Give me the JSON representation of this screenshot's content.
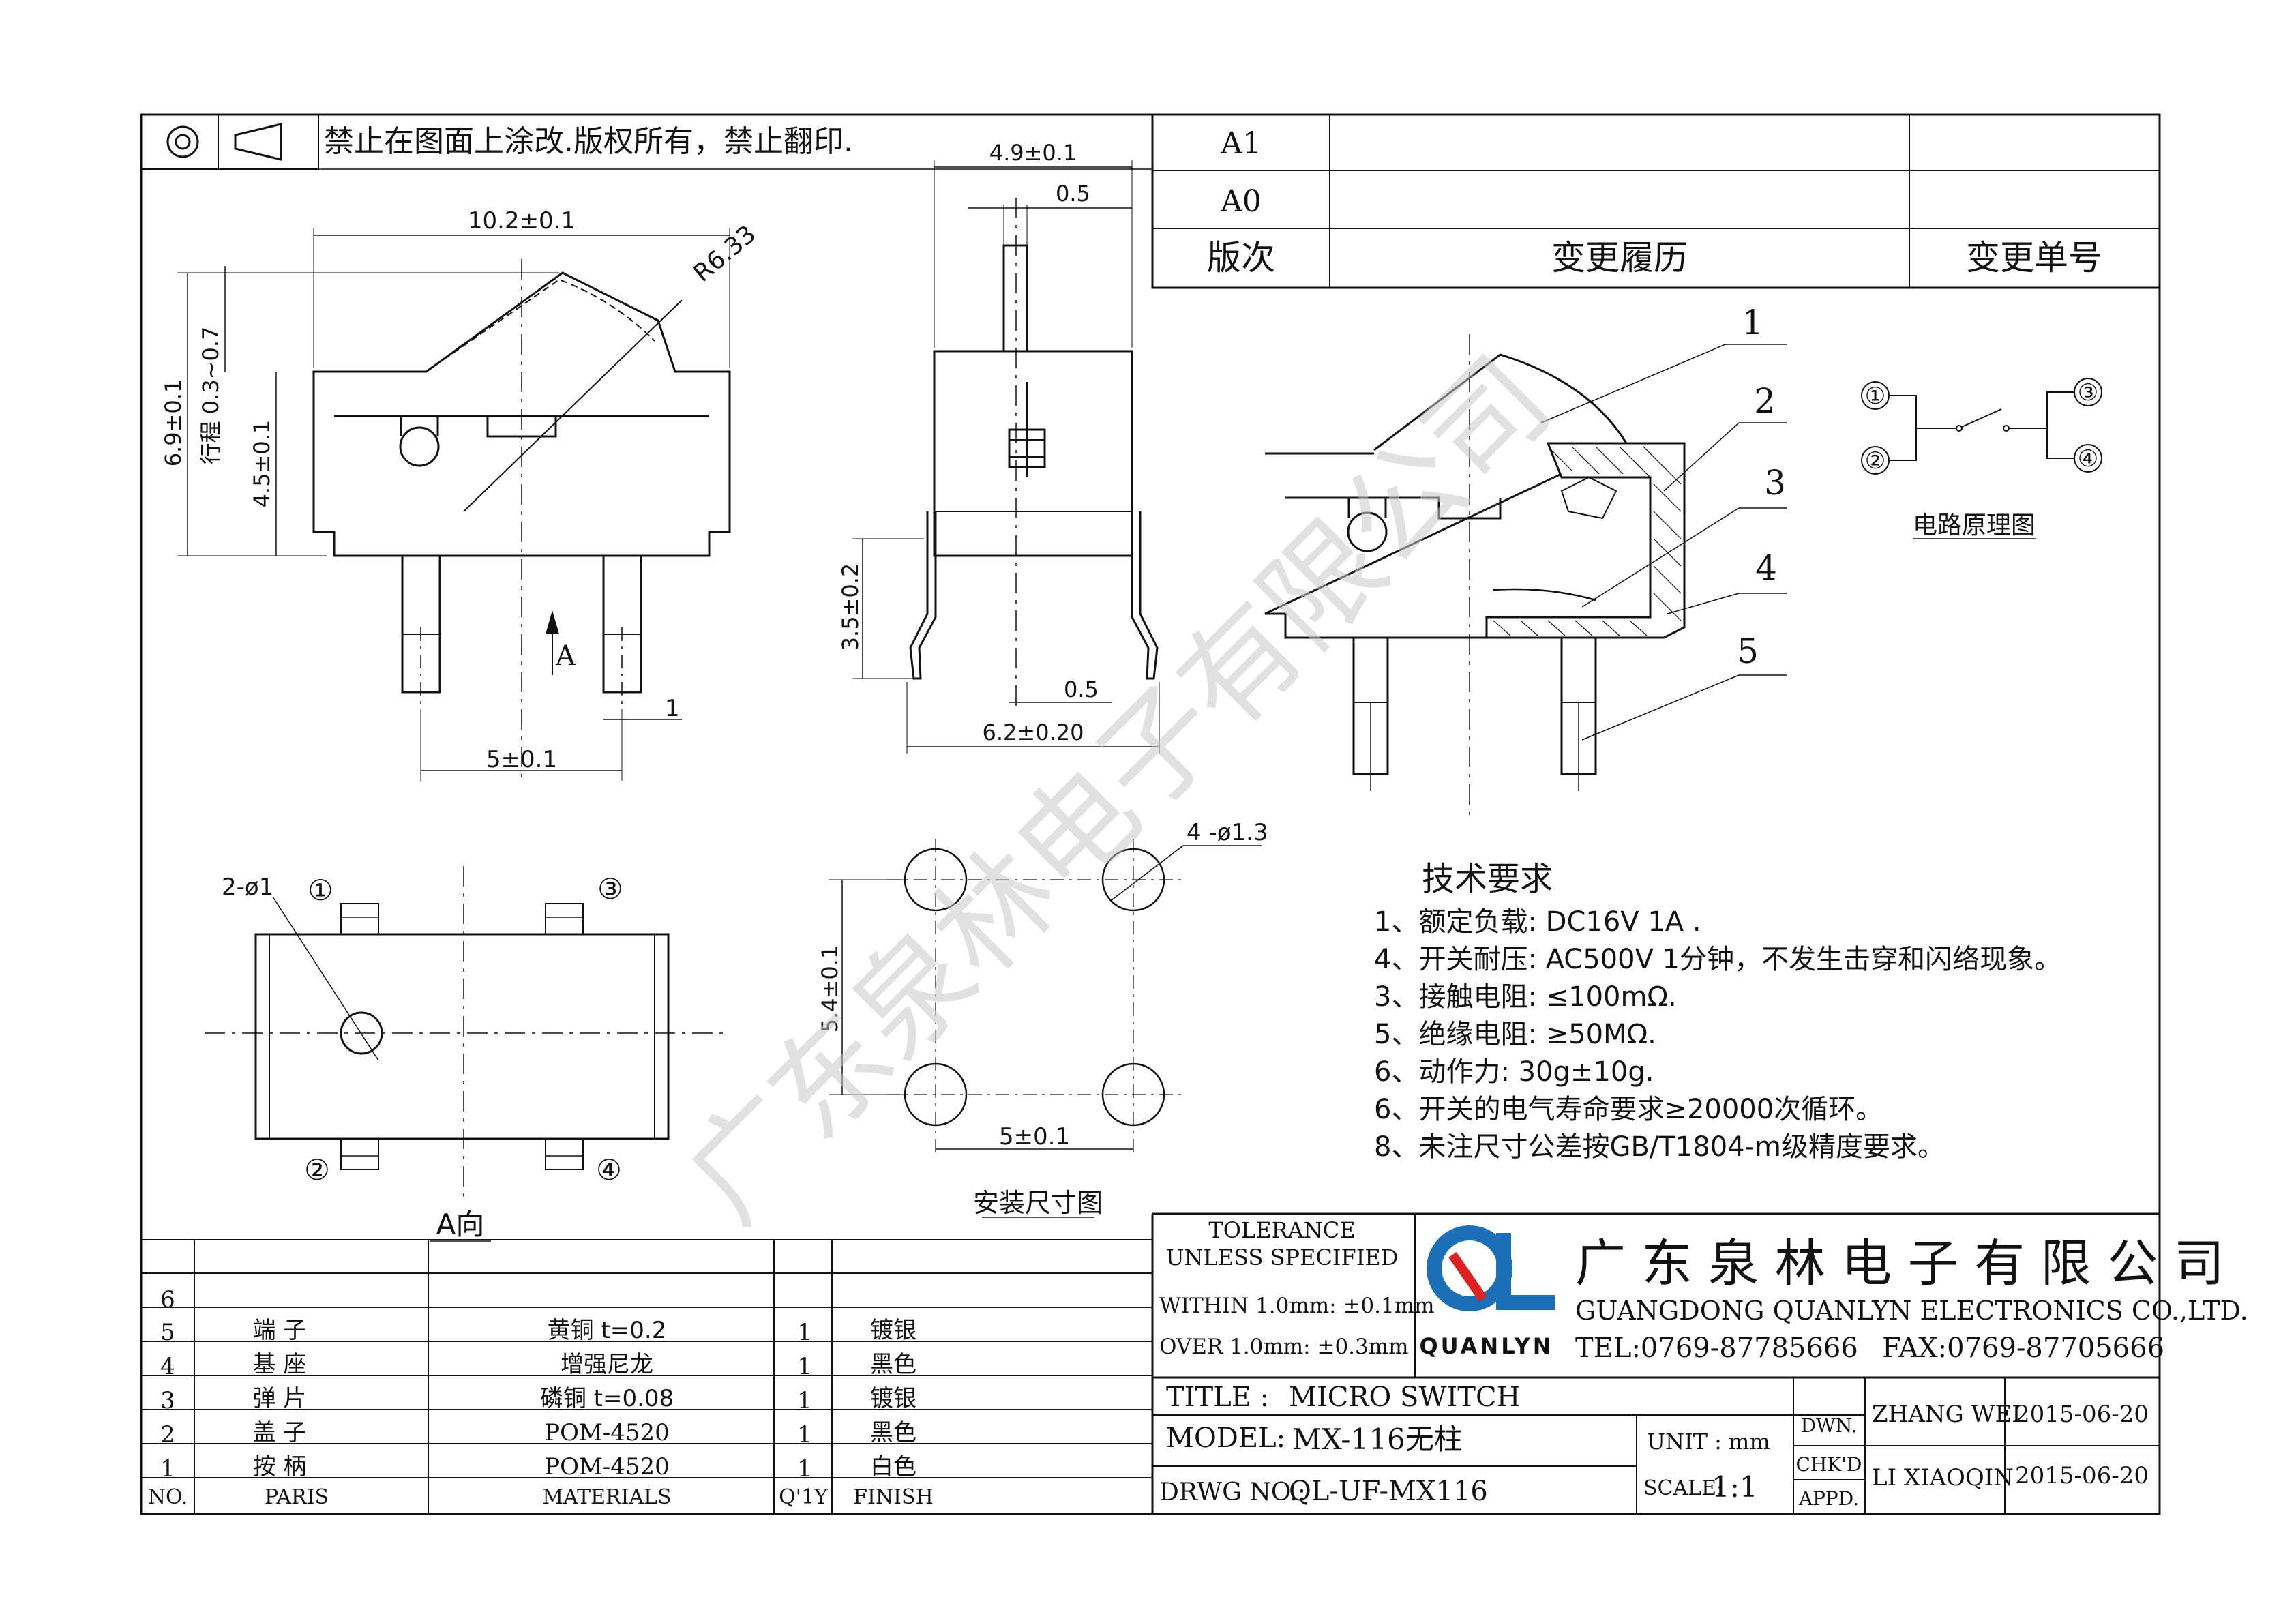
{
  "notice": "禁止在图面上涂改.版权所有，禁止翻印.",
  "revision": {
    "rows": [
      "A1",
      "A0"
    ],
    "headers": {
      "version": "版次",
      "history": "变更履历",
      "number": "变更单号"
    }
  },
  "dims": {
    "width": "10.2±0.1",
    "radius": "R6.33",
    "height": "6.9±0.1",
    "travel": "行程 0.3~0.7",
    "body_height": "4.5±0.1",
    "pin_pitch": "5±0.1",
    "pin_w": "1",
    "arrow_a": "A",
    "side_width": "4.9±0.1",
    "plunger": "0.5",
    "pin_len": "3.5±0.2",
    "pin_thk": "0.5",
    "base_width": "6.2±0.20",
    "hole_dia": "2-ø1",
    "mount_holes": "4 -ø1.3",
    "mount_v": "5.4±0.1",
    "mount_h": "5±0.1"
  },
  "labels": {
    "view_a": "A向",
    "mount_title": "安装尺寸图",
    "circuit_title": "电路原理图",
    "pins": [
      "①",
      "②",
      "③",
      "④"
    ]
  },
  "callouts": [
    "1",
    "2",
    "3",
    "4",
    "5"
  ],
  "watermark": "广东泉林电子有限公司",
  "tech": {
    "title": "技术要求",
    "items": [
      "1、额定负载: DC16V 1A .",
      "4、开关耐压: AC500V 1分钟，不发生击穿和闪络现象。",
      "3、接触电阻: ≤100mΩ.",
      "5、绝缘电阻: ≥50MΩ.",
      "6、动作力: 30g±10g.",
      "6、开关的电气寿命要求≥20000次循环。",
      "8、未注尺寸公差按GB/T1804-m级精度要求。"
    ]
  },
  "bom": {
    "headers": {
      "no": "NO.",
      "parts": "PARIS",
      "materials": "MATERIALS",
      "qty": "Q'1Y",
      "finish": "FINISH"
    },
    "rows": [
      {
        "no": "6",
        "part": "",
        "material": "",
        "qty": "",
        "finish": ""
      },
      {
        "no": "5",
        "part": "端 子",
        "material": "黄铜 t=0.2",
        "qty": "1",
        "finish": "镀银"
      },
      {
        "no": "4",
        "part": "基 座",
        "material": "增强尼龙",
        "qty": "1",
        "finish": "黑色"
      },
      {
        "no": "3",
        "part": "弹 片",
        "material": "磷铜 t=0.08",
        "qty": "1",
        "finish": "镀银"
      },
      {
        "no": "2",
        "part": "盖 子",
        "material": "POM-4520",
        "qty": "1",
        "finish": "黑色"
      },
      {
        "no": "1",
        "part": "按 柄",
        "material": "POM-4520",
        "qty": "1",
        "finish": "白色"
      }
    ]
  },
  "tolerance": {
    "title1": "TOLERANCE",
    "title2": "UNLESS SPECIFIED",
    "within": "WITHIN 1.0mm: ±0.1mm",
    "over": "OVER 1.0mm:  ±0.3mm"
  },
  "company": {
    "logo_text": "QUANLYN",
    "name_cn": "广 东 泉 林 电 子 有 限 公 司",
    "name_en": "GUANGDONG QUANLYN ELECTRONICS CO.,LTD.",
    "tel": "TEL:0769-87785666",
    "fax": "FAX:0769-87705666",
    "brand_color": "#1a6fb7",
    "accent_color": "#e02020"
  },
  "titleblock": {
    "title_label": "TITLE :",
    "title": "MICRO SWITCH",
    "model_label": "MODEL:",
    "model": "MX-116无柱",
    "drwg_label": "DRWG NO.:",
    "drwg": "QL-UF-MX116",
    "unit_label": "UNIT :",
    "unit": "mm",
    "scale_label": "SCALE:",
    "scale": "1:1",
    "dwn": "DWN.",
    "chkd": "CHK'D",
    "appd": "APPD.",
    "drawer": "ZHANG WEI",
    "checker": "LI XIAOQIN",
    "date1": "2015-06-20",
    "date2": "2015-06-20"
  }
}
